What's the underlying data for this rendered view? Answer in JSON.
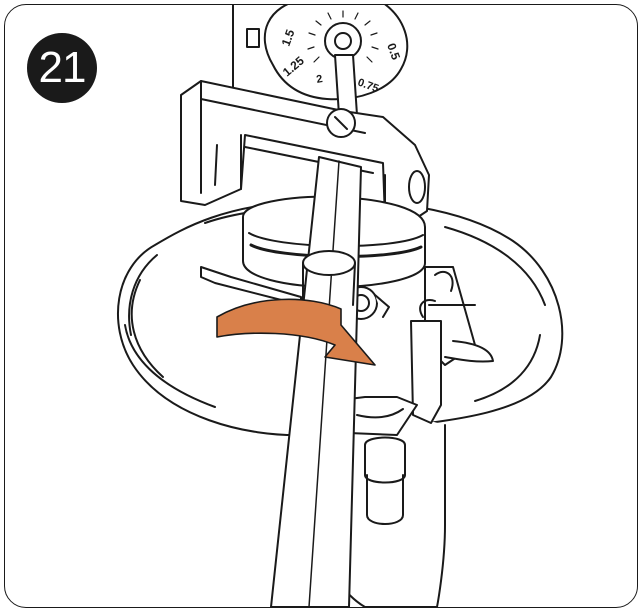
{
  "step": {
    "number": "21"
  },
  "dial": {
    "labels": [
      "1.5",
      "1.25",
      "2",
      "0.5",
      "0.75"
    ]
  },
  "colors": {
    "arrow": "#d9804a",
    "line": "#1a1a1a",
    "background": "#ffffff"
  },
  "icons": {
    "rotate_arrow": "curved-rotation-arrow"
  }
}
